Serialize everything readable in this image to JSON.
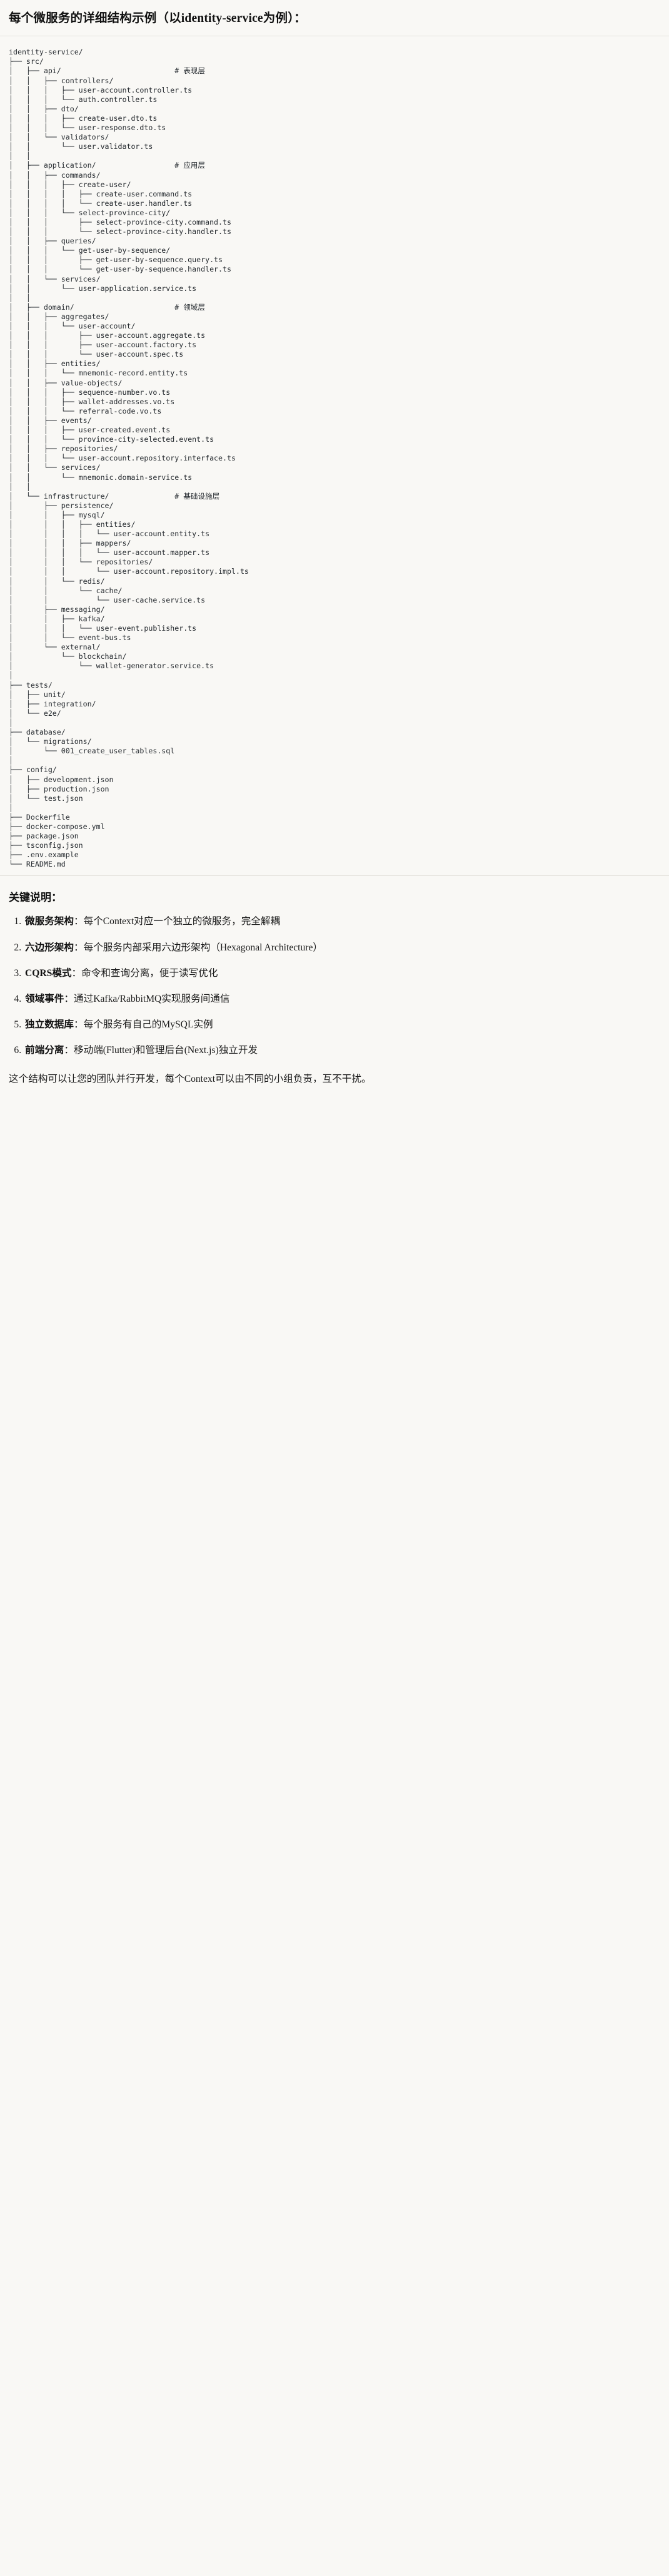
{
  "document": {
    "title": "每个微服务的详细结构示例（以identity-service为例）：",
    "root_name": "identity-service/"
  },
  "tree": {
    "comments": {
      "api": "# 表现层",
      "application": "# 应用层",
      "domain": "# 领域层",
      "infrastructure": "# 基础设施层"
    },
    "text": "identity-service/\n├── src/\n│   ├── api/                          # 表现层\n│   │   ├── controllers/\n│   │   │   ├── user-account.controller.ts\n│   │   │   └── auth.controller.ts\n│   │   ├── dto/\n│   │   │   ├── create-user.dto.ts\n│   │   │   └── user-response.dto.ts\n│   │   └── validators/\n│   │       └── user.validator.ts\n│   │\n│   ├── application/                  # 应用层\n│   │   ├── commands/\n│   │   │   ├── create-user/\n│   │   │   │   ├── create-user.command.ts\n│   │   │   │   └── create-user.handler.ts\n│   │   │   └── select-province-city/\n│   │   │       ├── select-province-city.command.ts\n│   │   │       └── select-province-city.handler.ts\n│   │   ├── queries/\n│   │   │   └── get-user-by-sequence/\n│   │   │       ├── get-user-by-sequence.query.ts\n│   │   │       └── get-user-by-sequence.handler.ts\n│   │   └── services/\n│   │       └── user-application.service.ts\n│   │\n│   ├── domain/                       # 领域层\n│   │   ├── aggregates/\n│   │   │   └── user-account/\n│   │   │       ├── user-account.aggregate.ts\n│   │   │       ├── user-account.factory.ts\n│   │   │       └── user-account.spec.ts\n│   │   ├── entities/\n│   │   │   └── mnemonic-record.entity.ts\n│   │   ├── value-objects/\n│   │   │   ├── sequence-number.vo.ts\n│   │   │   ├── wallet-addresses.vo.ts\n│   │   │   └── referral-code.vo.ts\n│   │   ├── events/\n│   │   │   ├── user-created.event.ts\n│   │   │   └── province-city-selected.event.ts\n│   │   ├── repositories/\n│   │   │   └── user-account.repository.interface.ts\n│   │   └── services/\n│   │       └── mnemonic.domain-service.ts\n│   │\n│   └── infrastructure/               # 基础设施层\n│       ├── persistence/\n│       │   ├── mysql/\n│       │   │   ├── entities/\n│       │   │   │   └── user-account.entity.ts\n│       │   │   ├── mappers/\n│       │   │   │   └── user-account.mapper.ts\n│       │   │   └── repositories/\n│       │   │       └── user-account.repository.impl.ts\n│       │   └── redis/\n│       │       └── cache/\n│       │           └── user-cache.service.ts\n│       ├── messaging/\n│       │   ├── kafka/\n│       │   │   └── user-event.publisher.ts\n│       │   └── event-bus.ts\n│       └── external/\n│           └── blockchain/\n│               └── wallet-generator.service.ts\n│\n├── tests/\n│   ├── unit/\n│   ├── integration/\n│   └── e2e/\n│\n├── database/\n│   └── migrations/\n│       └── 001_create_user_tables.sql\n│\n├── config/\n│   ├── development.json\n│   ├── production.json\n│   └── test.json\n│\n├── Dockerfile\n├── docker-compose.yml\n├── package.json\n├── tsconfig.json\n├── .env.example\n└── README.md"
  },
  "notes": {
    "heading": "关键说明：",
    "items": [
      {
        "term": "微服务架构",
        "sep": "：",
        "desc": "每个Context对应一个独立的微服务，完全解耦"
      },
      {
        "term": "六边形架构",
        "sep": "：",
        "desc": "每个服务内部采用六边形架构（Hexagonal Architecture）"
      },
      {
        "term": "CQRS模式",
        "sep": "：",
        "desc": "命令和查询分离，便于读写优化"
      },
      {
        "term": "领域事件",
        "sep": "：",
        "desc": "通过Kafka/RabbitMQ实现服务间通信"
      },
      {
        "term": "独立数据库",
        "sep": "：",
        "desc": "每个服务有自己的MySQL实例"
      },
      {
        "term": "前端分离",
        "sep": "：",
        "desc": "移动端(Flutter)和管理后台(Next.js)独立开发"
      }
    ],
    "closing": "这个结构可以让您的团队并行开发，每个Context可以由不同的小组负责，互不干扰。"
  },
  "theme": {
    "background": "#f9f8f5",
    "text": "#1b1b1b",
    "code_text": "#24292e",
    "divider": "#e3e1db"
  }
}
